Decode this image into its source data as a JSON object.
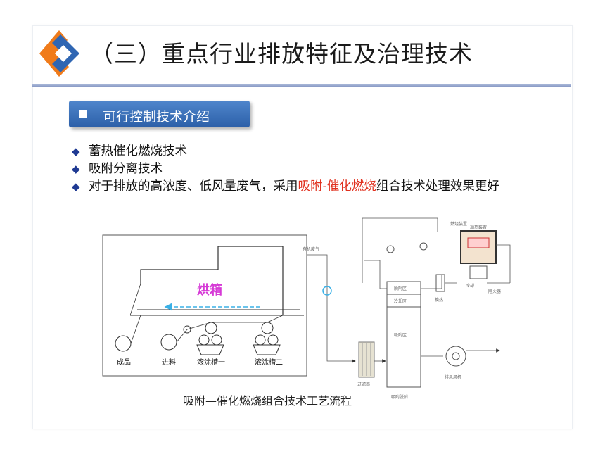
{
  "header": {
    "title": "（三）重点行业排放特征及治理技术"
  },
  "section": {
    "label": "可行控制技术介绍"
  },
  "bullets": {
    "b1": "蓄热催化燃烧技术",
    "b2": "吸附分离技术",
    "b3_pre": "对于排放的高浓度、低风量废气，采用",
    "b3_hl": "吸附-催化燃烧",
    "b3_post": "组合技术处理效果更好"
  },
  "diagram": {
    "oven_label": "烘箱",
    "roll_labels": [
      "成品",
      "进料",
      "滚涂槽一",
      "滚涂槽二"
    ],
    "small_labels": [
      "有机废气",
      "脱附区",
      "冷却区",
      "吸附区",
      "过滤器",
      "吸附脱附",
      "排风风机",
      "加热装置",
      "冷却",
      "换热",
      "阻火器",
      "燃烧装置"
    ],
    "caption": "吸附—催化燃烧组合技术工艺流程"
  },
  "colors": {
    "accent": "#2c5fa8",
    "highlight": "#e0301e",
    "oven_text": "#d63ad6",
    "arrow": "#3ab0e6"
  }
}
